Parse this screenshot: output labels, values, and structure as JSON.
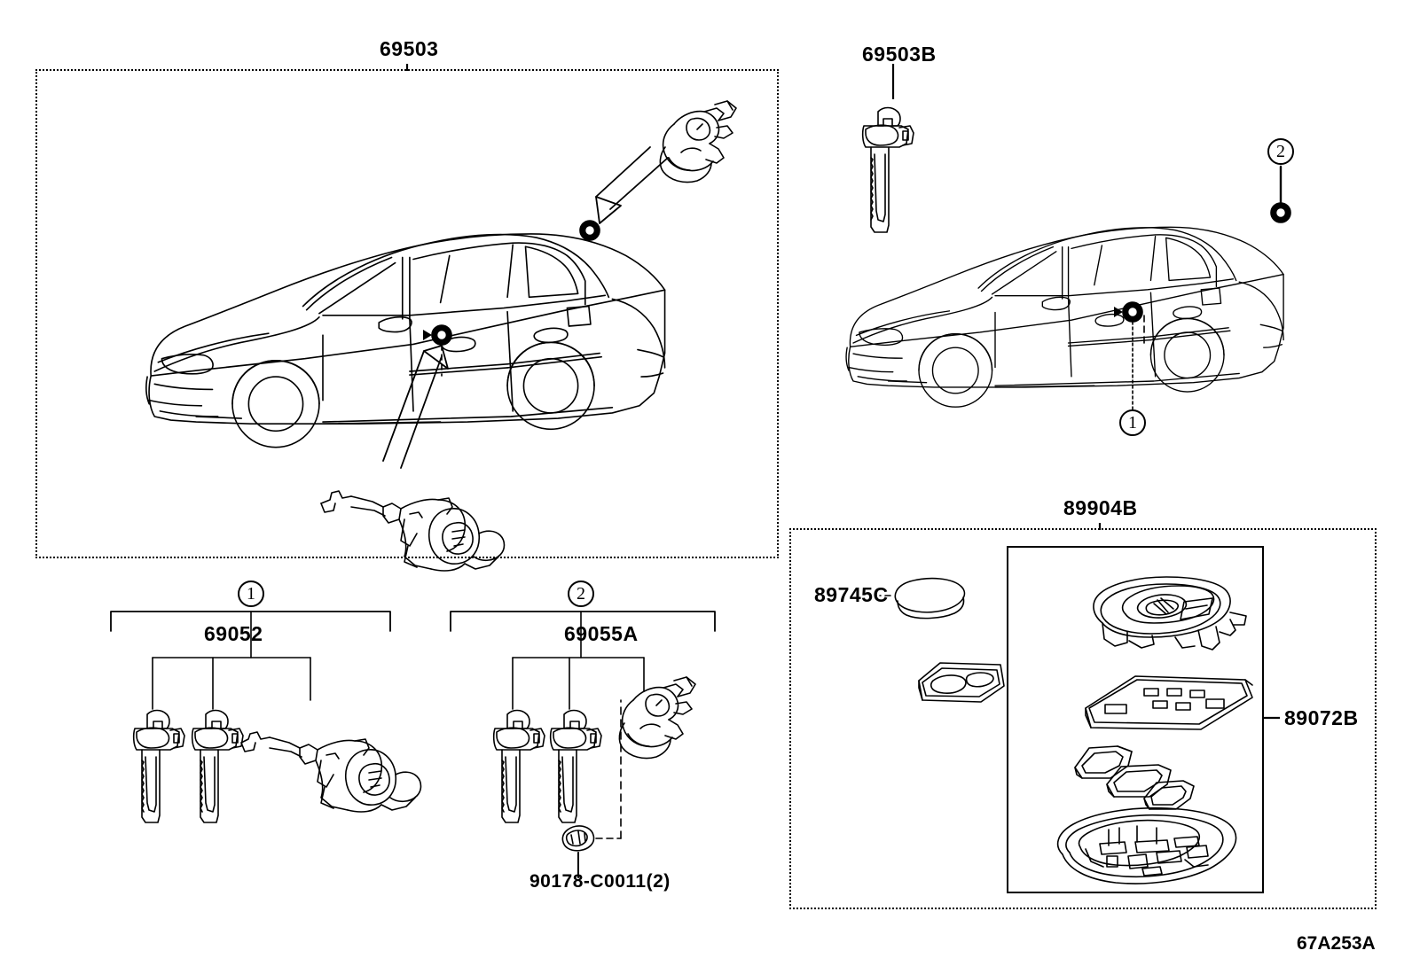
{
  "diagram": {
    "id": "67A253A",
    "title_codes": [
      "69503",
      "69503B",
      "89904B"
    ]
  },
  "panels": {
    "main_lock_set": {
      "label": "69503",
      "name": "lock-cylinder-set-panel"
    },
    "key_blank": {
      "label": "69503B",
      "name": "key-blank-callout"
    },
    "transmitter": {
      "label": "89904B",
      "name": "transmitter-assembly-panel"
    },
    "transmitter_housing": {
      "label": "89072B",
      "name": "transmitter-housing-set"
    },
    "battery": {
      "label": "89745C",
      "name": "transmitter-battery"
    }
  },
  "groups": [
    {
      "callout": "1",
      "label": "69052",
      "name": "door-lock-cylinder-and-key-set",
      "items": [
        "key",
        "key",
        "door-lock-cylinder"
      ]
    },
    {
      "callout": "2",
      "label": "69055A",
      "name": "luggage-compartment-lock-cylinder-set",
      "items": [
        "key",
        "key",
        "luggage-lock-cylinder"
      ]
    }
  ],
  "fasteners": [
    {
      "label": "90178-C0011(2)",
      "name": "nut-fastener"
    }
  ],
  "callouts": {
    "one": "1",
    "two": "2"
  },
  "colors": {
    "line": "#000000",
    "background": "#ffffff"
  }
}
